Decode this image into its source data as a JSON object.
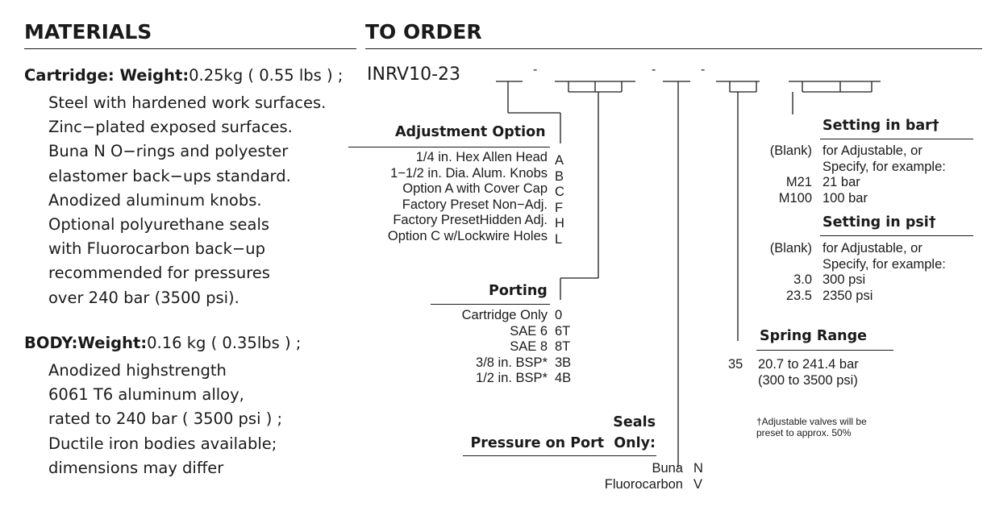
{
  "materials": {
    "heading": "MATERIALS",
    "cartridge": {
      "label": "Cartridge: Weight:",
      "weight": "0.25kg ( 0.55 lbs ) ;",
      "lines": [
        "Steel with hardened work surfaces.",
        "Zinc−plated exposed surfaces.",
        "Buna N O−rings and polyester",
        "elastomer back−ups standard.",
        "Anodized aluminum knobs.",
        "Optional polyurethane seals",
        "with Fluorocarbon back−up",
        "recommended for pressures",
        "over 240 bar (3500 psi)."
      ]
    },
    "body": {
      "label": "BODY:Weight:",
      "weight": "0.16 kg ( 0.35lbs ) ;",
      "lines": [
        "Anodized highstrength",
        "6061 T6 aluminum alloy,",
        "rated to 240 bar ( 3500 psi ) ;",
        "Ductile iron bodies available;",
        "dimensions may differ"
      ]
    }
  },
  "order": {
    "heading": "TO ORDER",
    "model": "INRV10-23",
    "adjustment": {
      "title": "Adjustment Option",
      "items": [
        {
          "label": "1/4 in. Hex Allen Head",
          "code": "A"
        },
        {
          "label": "1−1/2 in. Dia. Alum. Knobs",
          "code": "B"
        },
        {
          "label": "Option A with Cover Cap",
          "code": "C"
        },
        {
          "label": "Factory Preset Non−Adj.",
          "code": "F"
        },
        {
          "label": "Factory PresetHidden Adj.",
          "code": "H"
        },
        {
          "label": "Option C w/Lockwire Holes",
          "code": "L"
        }
      ]
    },
    "porting": {
      "title": "Porting",
      "items": [
        {
          "label": "Cartridge Only",
          "code": "0"
        },
        {
          "label": "SAE 6",
          "code": "6T"
        },
        {
          "label": "SAE 8",
          "code": "8T"
        },
        {
          "label": "3/8 in. BSP*",
          "code": "3B"
        },
        {
          "label": "1/2 in. BSP*",
          "code": "4B"
        }
      ]
    },
    "seals": {
      "title1": "Seals",
      "title2": "Pressure on Port  Only:",
      "items": [
        {
          "label": "Buna",
          "code": "N"
        },
        {
          "label": "Fluorocarbon",
          "code": "V"
        }
      ]
    },
    "setting_bar": {
      "title": "Setting in bar†",
      "items": [
        {
          "code": "(Blank)",
          "desc": "for Adjustable, or"
        },
        {
          "code": "",
          "desc": "Specify, for example:"
        },
        {
          "code": "M21",
          "desc": "21 bar"
        },
        {
          "code": "M100",
          "desc": "100 bar"
        }
      ]
    },
    "setting_psi": {
      "title": "Setting in psi†",
      "items": [
        {
          "code": "(Blank)",
          "desc": "for Adjustable, or"
        },
        {
          "code": "",
          "desc": "Specify, for example:"
        },
        {
          "code": "3.0",
          "desc": "300 psi"
        },
        {
          "code": "23.5",
          "desc": "2350 psi"
        }
      ]
    },
    "spring": {
      "title": "Spring Range",
      "code": "35",
      "line1": "20.7 to 241.4 bar",
      "line2": "(300 to 3500 psi)"
    },
    "footnote": {
      "line1": "†Adjustable valves will be",
      "line2": "preset to approx. 50%"
    },
    "dash": "-"
  }
}
